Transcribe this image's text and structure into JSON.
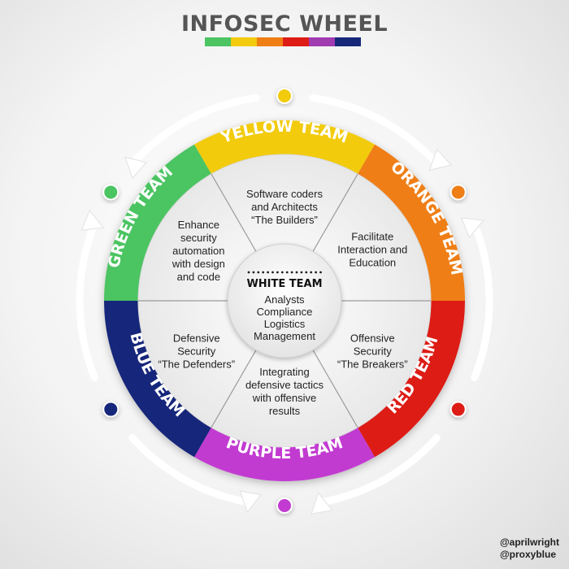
{
  "title": "INFOSEC WHEEL",
  "palette": [
    "#4cc462",
    "#f2cb0f",
    "#ef7e14",
    "#dd1c15",
    "#a03bb0",
    "#16287a"
  ],
  "teams": {
    "yellow": {
      "name": "YELLOW TEAM",
      "color": "#f2cb0f",
      "lines": [
        "Software coders",
        "and Architects",
        "“The Builders”"
      ]
    },
    "orange": {
      "name": "ORANGE TEAM",
      "color": "#ef7e14",
      "lines": [
        "Facilitate",
        "Interaction and",
        "Education"
      ]
    },
    "red": {
      "name": "RED TEAM",
      "color": "#dd1c15",
      "lines": [
        "Offensive",
        "Security",
        "“The Breakers”"
      ]
    },
    "purple": {
      "name": "PURPLE TEAM",
      "color": "#c23bd1",
      "lines": [
        "Integrating",
        "defensive tactics",
        "with offensive",
        "results"
      ]
    },
    "blue": {
      "name": "BLUE TEAM",
      "color": "#16287a",
      "lines": [
        "Defensive",
        "Security",
        "“The Defenders”"
      ]
    },
    "green": {
      "name": "GREEN TEAM",
      "color": "#4cc462",
      "lines": [
        "Enhance",
        "security",
        "automation",
        "with design",
        "and code"
      ]
    }
  },
  "white_team": {
    "name": "WHITE TEAM",
    "lines": [
      "Analysts",
      "Compliance",
      "Logistics",
      "Management"
    ]
  },
  "credit": [
    "@aprilwright",
    "@proxyblue"
  ]
}
